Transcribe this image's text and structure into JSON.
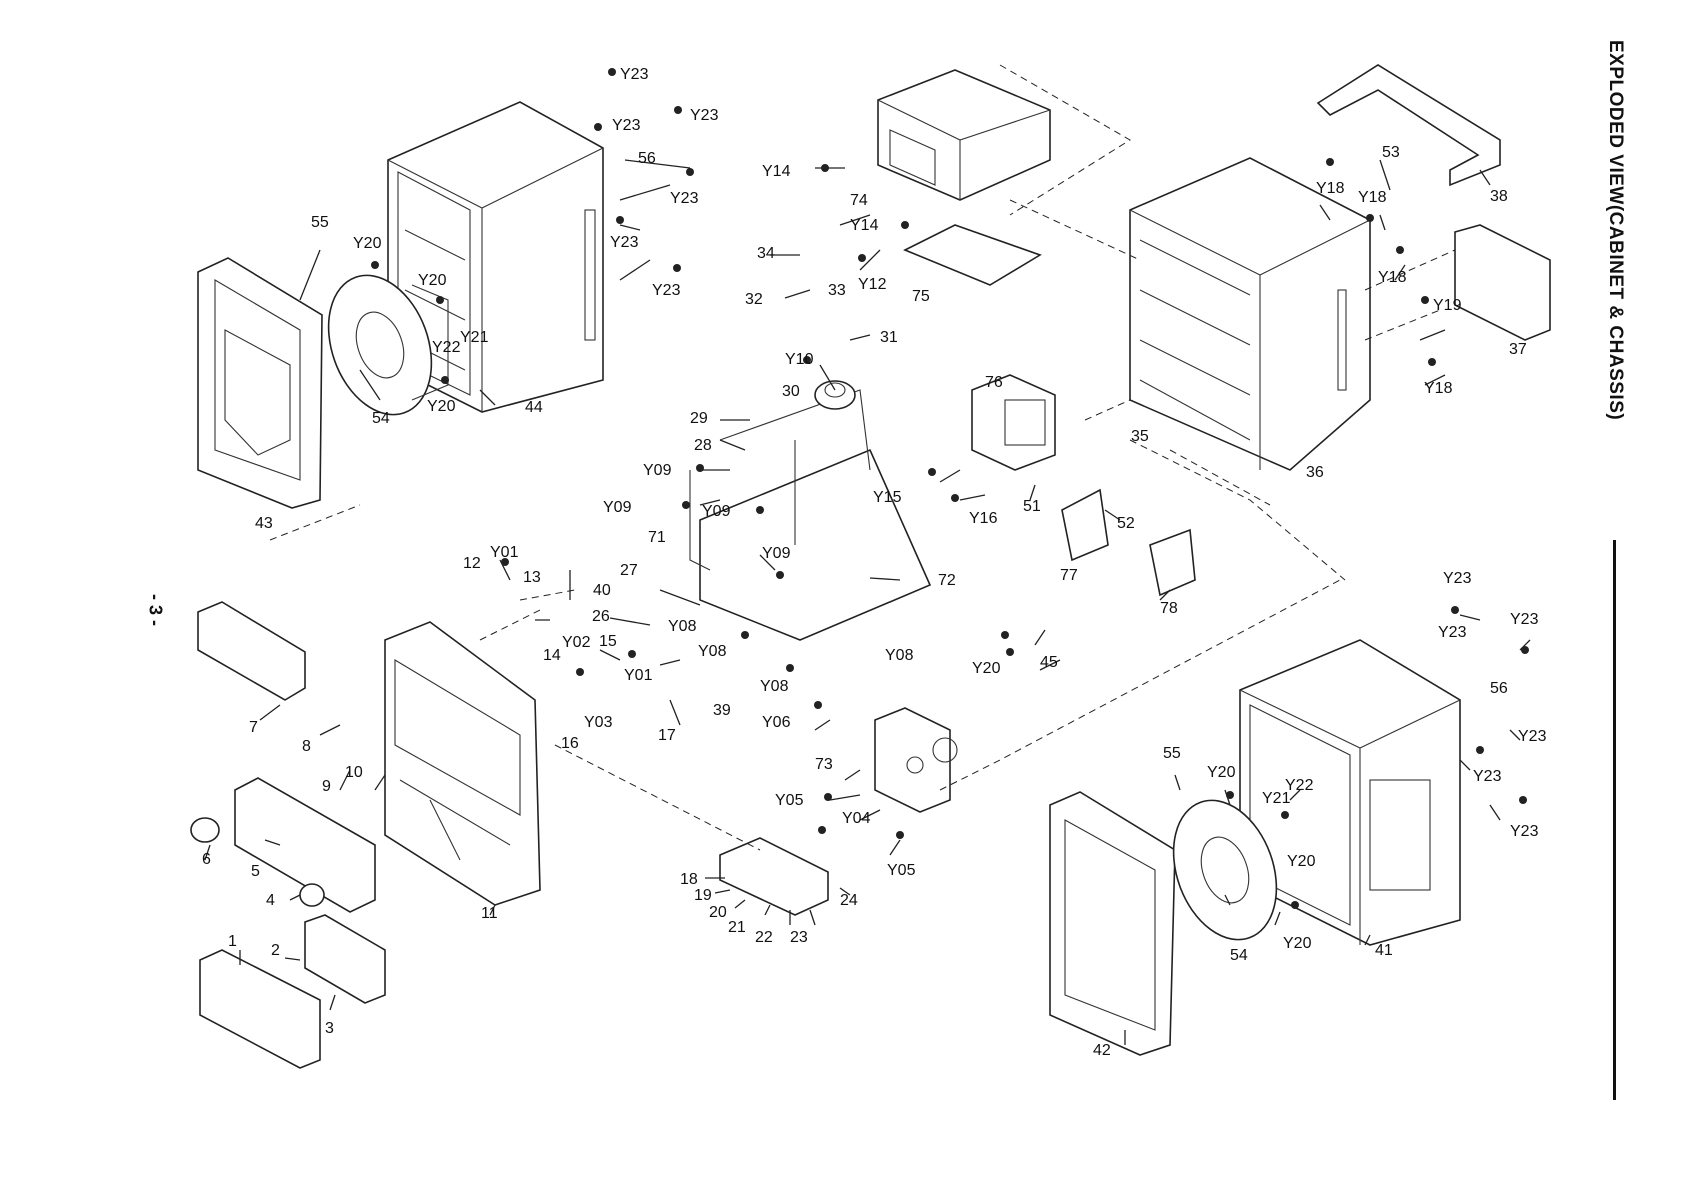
{
  "title": "EXPLODED VIEW(CABINET & CHASSIS)",
  "page_number": "- 3 -",
  "labels": [
    {
      "id": "l1",
      "text": "Y23"
    },
    {
      "id": "l2",
      "text": "Y23"
    },
    {
      "id": "l3",
      "text": "Y23"
    },
    {
      "id": "l4",
      "text": "56"
    },
    {
      "id": "l5",
      "text": "Y23"
    },
    {
      "id": "l6",
      "text": "Y23"
    },
    {
      "id": "l7",
      "text": "Y23"
    },
    {
      "id": "l8",
      "text": "55"
    },
    {
      "id": "l9",
      "text": "Y20"
    },
    {
      "id": "l10",
      "text": "Y20"
    },
    {
      "id": "l11",
      "text": "Y22"
    },
    {
      "id": "l12",
      "text": "Y21"
    },
    {
      "id": "l13",
      "text": "Y20"
    },
    {
      "id": "l14",
      "text": "54"
    },
    {
      "id": "l15",
      "text": "44"
    },
    {
      "id": "l16",
      "text": "43"
    },
    {
      "id": "l17",
      "text": "Y14"
    },
    {
      "id": "l18",
      "text": "74"
    },
    {
      "id": "l19",
      "text": "Y14"
    },
    {
      "id": "l20",
      "text": "75"
    },
    {
      "id": "l21",
      "text": "34"
    },
    {
      "id": "l22",
      "text": "33"
    },
    {
      "id": "l23",
      "text": "Y12"
    },
    {
      "id": "l24",
      "text": "32"
    },
    {
      "id": "l25",
      "text": "31"
    },
    {
      "id": "l26",
      "text": "Y10"
    },
    {
      "id": "l27",
      "text": "30"
    },
    {
      "id": "l28",
      "text": "29"
    },
    {
      "id": "l29",
      "text": "28"
    },
    {
      "id": "l30",
      "text": "Y09"
    },
    {
      "id": "l31",
      "text": "Y09"
    },
    {
      "id": "l32",
      "text": "Y09"
    },
    {
      "id": "l33",
      "text": "71"
    },
    {
      "id": "l34",
      "text": "Y09"
    },
    {
      "id": "l35",
      "text": "72"
    },
    {
      "id": "l36",
      "text": "27"
    },
    {
      "id": "l37",
      "text": "40"
    },
    {
      "id": "l38",
      "text": "26"
    },
    {
      "id": "l39",
      "text": "Y08"
    },
    {
      "id": "l40",
      "text": "Y08"
    },
    {
      "id": "l41",
      "text": "Y08"
    },
    {
      "id": "l42",
      "text": "Y08"
    },
    {
      "id": "l43",
      "text": "39"
    },
    {
      "id": "l44",
      "text": "53"
    },
    {
      "id": "l45",
      "text": "38"
    },
    {
      "id": "l46",
      "text": "Y18"
    },
    {
      "id": "l47",
      "text": "Y18"
    },
    {
      "id": "l48",
      "text": "Y18"
    },
    {
      "id": "l49",
      "text": "Y19"
    },
    {
      "id": "l50",
      "text": "37"
    },
    {
      "id": "l51",
      "text": "Y18"
    },
    {
      "id": "l52",
      "text": "76"
    },
    {
      "id": "l53",
      "text": "35"
    },
    {
      "id": "l54",
      "text": "36"
    },
    {
      "id": "l55",
      "text": "Y15"
    },
    {
      "id": "l56",
      "text": "Y16"
    },
    {
      "id": "l57",
      "text": "51"
    },
    {
      "id": "l58",
      "text": "52"
    },
    {
      "id": "l59",
      "text": "77"
    },
    {
      "id": "l60",
      "text": "78"
    },
    {
      "id": "l61",
      "text": "Y20"
    },
    {
      "id": "l62",
      "text": "45"
    },
    {
      "id": "l63",
      "text": "12"
    },
    {
      "id": "l64",
      "text": "Y01"
    },
    {
      "id": "l65",
      "text": "13"
    },
    {
      "id": "l66",
      "text": "7"
    },
    {
      "id": "l67",
      "text": "14"
    },
    {
      "id": "l68",
      "text": "Y02"
    },
    {
      "id": "l69",
      "text": "15"
    },
    {
      "id": "l70",
      "text": "Y01"
    },
    {
      "id": "l71",
      "text": "8"
    },
    {
      "id": "l72",
      "text": "Y03"
    },
    {
      "id": "l73",
      "text": "16"
    },
    {
      "id": "l74",
      "text": "17"
    },
    {
      "id": "l75",
      "text": "9"
    },
    {
      "id": "l76",
      "text": "10"
    },
    {
      "id": "l77",
      "text": "6"
    },
    {
      "id": "l78",
      "text": "5"
    },
    {
      "id": "l79",
      "text": "4"
    },
    {
      "id": "l80",
      "text": "11"
    },
    {
      "id": "l81",
      "text": "1"
    },
    {
      "id": "l82",
      "text": "2"
    },
    {
      "id": "l83",
      "text": "3"
    },
    {
      "id": "l84",
      "text": "Y06"
    },
    {
      "id": "l85",
      "text": "73"
    },
    {
      "id": "l86",
      "text": "Y05"
    },
    {
      "id": "l87",
      "text": "Y04"
    },
    {
      "id": "l88",
      "text": "Y05"
    },
    {
      "id": "l89",
      "text": "18"
    },
    {
      "id": "l90",
      "text": "19"
    },
    {
      "id": "l91",
      "text": "20"
    },
    {
      "id": "l92",
      "text": "21"
    },
    {
      "id": "l93",
      "text": "22"
    },
    {
      "id": "l94",
      "text": "23"
    },
    {
      "id": "l95",
      "text": "24"
    },
    {
      "id": "l96",
      "text": "Y23"
    },
    {
      "id": "l97",
      "text": "Y23"
    },
    {
      "id": "l98",
      "text": "Y23"
    },
    {
      "id": "l99",
      "text": "56"
    },
    {
      "id": "l100",
      "text": "Y23"
    },
    {
      "id": "l101",
      "text": "Y23"
    },
    {
      "id": "l102",
      "text": "Y23"
    },
    {
      "id": "l103",
      "text": "55"
    },
    {
      "id": "l104",
      "text": "Y20"
    },
    {
      "id": "l105",
      "text": "Y22"
    },
    {
      "id": "l106",
      "text": "Y21"
    },
    {
      "id": "l107",
      "text": "Y20"
    },
    {
      "id": "l108",
      "text": "Y20"
    },
    {
      "id": "l109",
      "text": "54"
    },
    {
      "id": "l110",
      "text": "41"
    },
    {
      "id": "l111",
      "text": "42"
    }
  ]
}
